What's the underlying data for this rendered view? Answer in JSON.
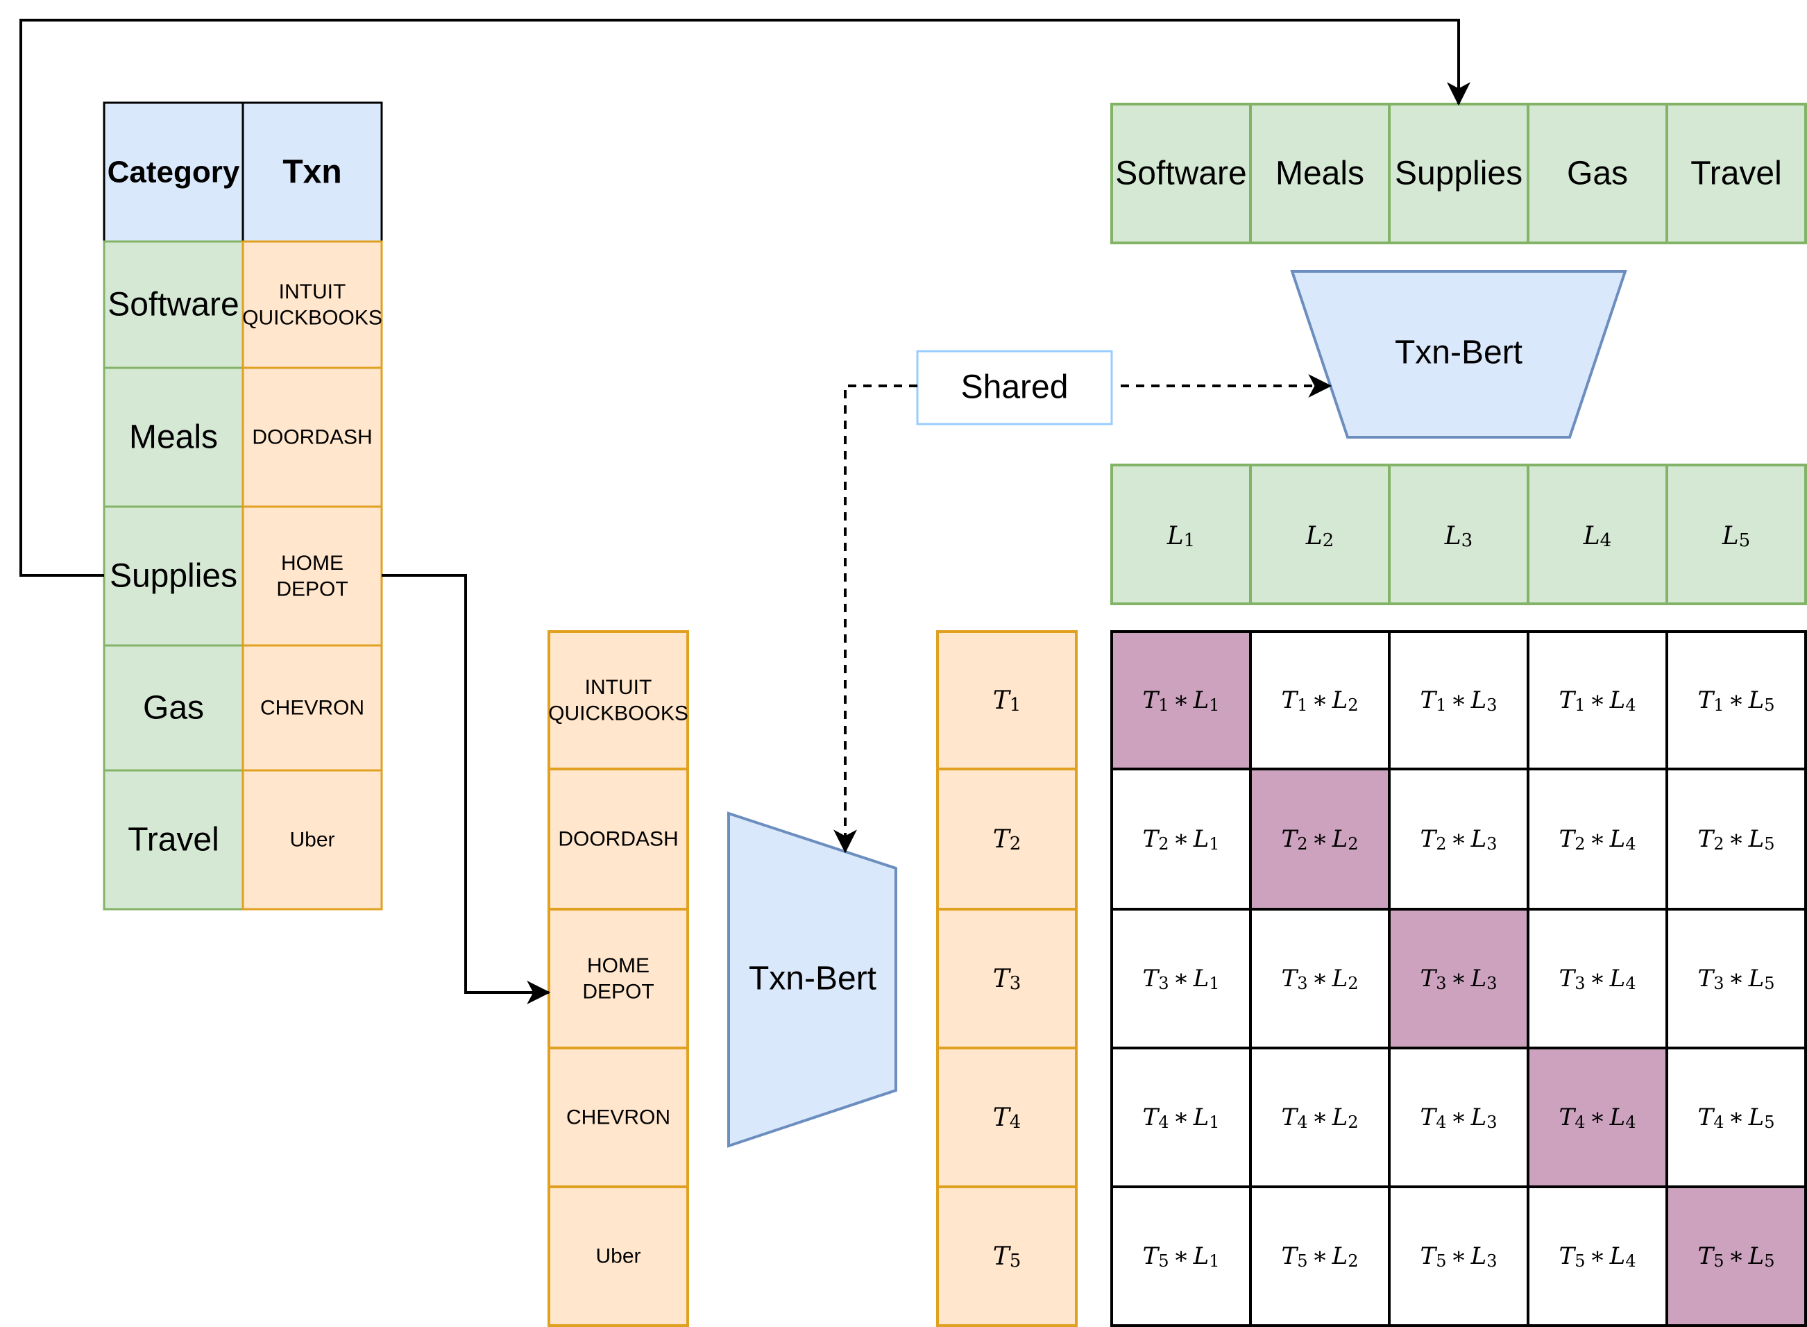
{
  "table": {
    "headers": [
      "Category",
      "Txn"
    ],
    "rows": [
      {
        "category": "Software",
        "txn": [
          "INTUIT",
          "QUICKBOOKS"
        ]
      },
      {
        "category": "Meals",
        "txn": [
          "DOORDASH"
        ]
      },
      {
        "category": "Supplies",
        "txn": [
          "HOME",
          "DEPOT"
        ]
      },
      {
        "category": "Gas",
        "txn": [
          "CHEVRON"
        ]
      },
      {
        "category": "Travel",
        "txn": [
          "Uber"
        ]
      }
    ]
  },
  "label_row": [
    "Software",
    "Meals",
    "Supplies",
    "Gas",
    "Travel"
  ],
  "txn_column": [
    [
      "INTUIT",
      "QUICKBOOKS"
    ],
    [
      "DOORDASH"
    ],
    [
      "HOME",
      "DEPOT"
    ],
    [
      "CHEVRON"
    ],
    [
      "Uber"
    ]
  ],
  "label_encoder": {
    "label": "Txn-Bert"
  },
  "txn_encoder": {
    "label": "Txn-Bert"
  },
  "shared": {
    "label": "Shared"
  },
  "label_embeddings": [
    "1",
    "2",
    "3",
    "4",
    "5"
  ],
  "txn_embeddings": [
    "1",
    "2",
    "3",
    "4",
    "5"
  ],
  "embedding_symbols": {
    "txn": "T",
    "label": "L",
    "op": "∗"
  },
  "colors": {
    "green_fill": "#d5e8d4",
    "green_stroke": "#82b366",
    "orange_fill": "#ffe6cc",
    "orange_stroke": "#e0a020",
    "blue_fill": "#dae8fc",
    "blue_stroke": "#6c8ebf",
    "shared_stroke": "#99ccff",
    "highlight": "#cda2be",
    "line": "#000000"
  }
}
